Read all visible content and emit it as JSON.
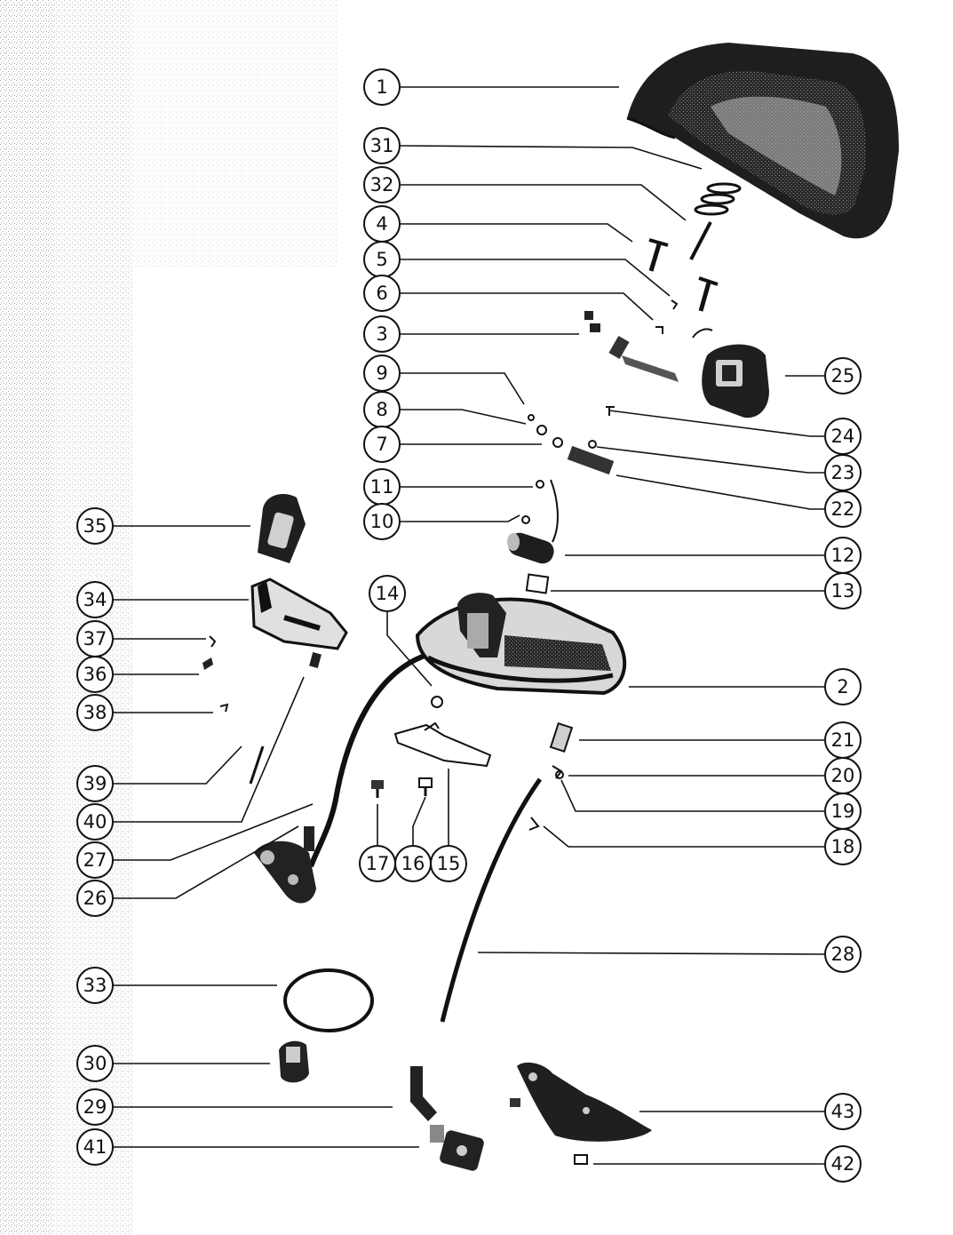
{
  "diagram": {
    "callouts": [
      {
        "n": "1"
      },
      {
        "n": "31"
      },
      {
        "n": "32"
      },
      {
        "n": "4"
      },
      {
        "n": "5"
      },
      {
        "n": "6"
      },
      {
        "n": "3"
      },
      {
        "n": "9"
      },
      {
        "n": "8"
      },
      {
        "n": "7"
      },
      {
        "n": "11"
      },
      {
        "n": "10"
      },
      {
        "n": "14"
      },
      {
        "n": "35"
      },
      {
        "n": "34"
      },
      {
        "n": "37"
      },
      {
        "n": "36"
      },
      {
        "n": "38"
      },
      {
        "n": "39"
      },
      {
        "n": "40"
      },
      {
        "n": "27"
      },
      {
        "n": "26"
      },
      {
        "n": "33"
      },
      {
        "n": "30"
      },
      {
        "n": "29"
      },
      {
        "n": "41"
      },
      {
        "n": "25"
      },
      {
        "n": "24"
      },
      {
        "n": "23"
      },
      {
        "n": "22"
      },
      {
        "n": "12"
      },
      {
        "n": "13"
      },
      {
        "n": "2"
      },
      {
        "n": "21"
      },
      {
        "n": "20"
      },
      {
        "n": "19"
      },
      {
        "n": "18"
      },
      {
        "n": "28"
      },
      {
        "n": "43"
      },
      {
        "n": "42"
      },
      {
        "n": "17"
      },
      {
        "n": "16"
      },
      {
        "n": "15"
      }
    ]
  }
}
